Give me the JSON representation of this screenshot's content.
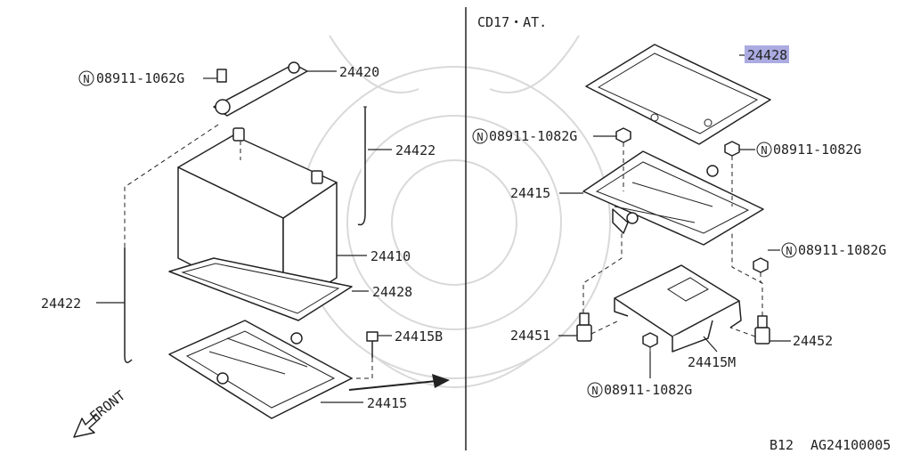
{
  "left_panel": {
    "labels": {
      "screw_n": "08911-1062G",
      "bracket": "24420",
      "rod_right": "24422",
      "battery": "24410",
      "tray_mat": "24428",
      "screw": "24415B",
      "rod_left": "24422",
      "tray": "24415",
      "front": "FRONT"
    }
  },
  "right_panel": {
    "header": "CD17・AT.",
    "labels": {
      "mat": "24428",
      "nut_top_left": "08911-1082G",
      "nut_top_right": "08911-1082G",
      "tray": "24415",
      "nut_mid_right": "08911-1082G",
      "bolt_left": "24451",
      "bolt_right": "24452",
      "bracket": "24415M",
      "nut_bottom": "08911-1082G"
    }
  },
  "footer": {
    "ref_left": "B12",
    "ref_right": "AG24100005"
  },
  "colors": {
    "line": "#222222",
    "highlight": "#8f8fd8"
  }
}
